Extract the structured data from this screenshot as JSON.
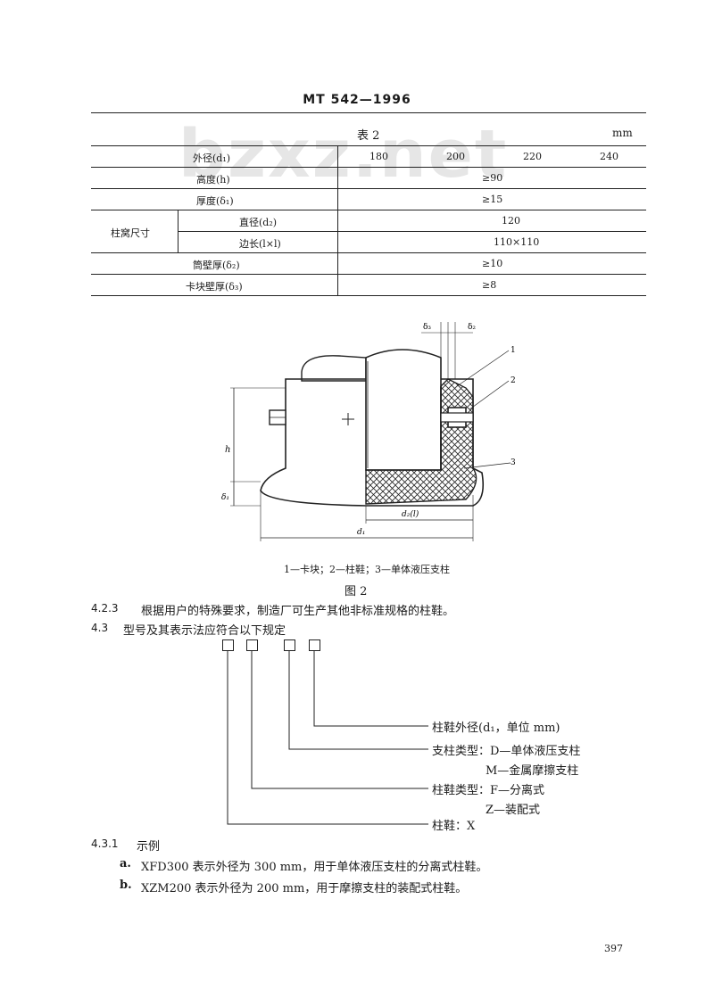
{
  "header": {
    "code": "MT 542—1996"
  },
  "watermark": "bzxz.net",
  "table": {
    "caption": "表 2",
    "unit": "mm",
    "rows": {
      "outer_label": "外径(d₁)",
      "outer_values": [
        "180",
        "200",
        "220",
        "240"
      ],
      "height_label": "高度(h)",
      "height_value": "≥90",
      "thickness_label": "厚度(δ₁)",
      "thickness_value": "≥15",
      "socket_label": "柱窝尺寸",
      "diameter_label": "直径(d₂)",
      "diameter_value": "120",
      "side_label": "边长(l×l)",
      "side_value": "110×110",
      "tube_label": "筒壁厚(δ₂)",
      "tube_value": "≥10",
      "block_label": "卡块壁厚(δ₃)",
      "block_value": "≥8"
    }
  },
  "figure": {
    "labels": {
      "delta3": "δ₃",
      "delta2": "δ₂",
      "n1": "1",
      "n2": "2",
      "n3": "3",
      "h": "h",
      "delta1": "δ₁",
      "d2l": "d₂(l)",
      "d1": "d₁"
    },
    "legend": "1—卡块；2—柱鞋；3—单体液压支柱",
    "caption": "图 2"
  },
  "sections": {
    "s423_num": "4.2.3",
    "s423_text": "根据用户的特殊要求，制造厂可生产其他非标准规格的柱鞋。",
    "s43_num": "4.3",
    "s43_text": "型号及其表示法应符合以下规定"
  },
  "model_code": {
    "line1": "柱鞋外径(d₁，单位 mm)",
    "line2": "支柱类型：D—单体液压支柱",
    "line3": "M—金属摩擦支柱",
    "line4": "柱鞋类型：F—分离式",
    "line5": "Z—装配式",
    "line6": "柱鞋：X"
  },
  "example": {
    "num": "4.3.1",
    "title": "示例",
    "a_marker": "a.",
    "a_text": "XFD300 表示外径为 300 mm，用于单体液压支柱的分离式柱鞋。",
    "b_marker": "b.",
    "b_text": "XZM200 表示外径为 200 mm，用于摩擦支柱的装配式柱鞋。"
  },
  "page_number": "397"
}
